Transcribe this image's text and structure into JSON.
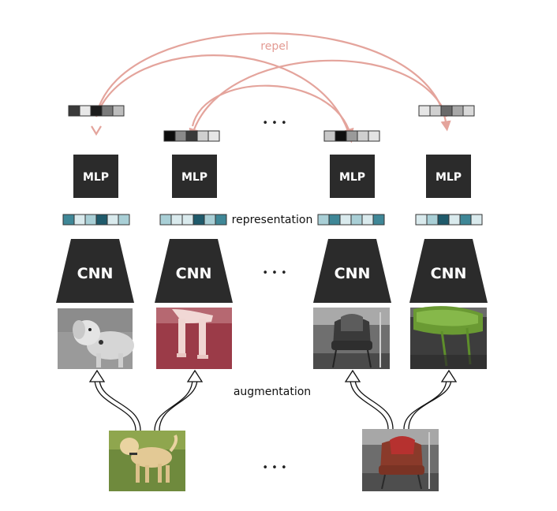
{
  "labels": {
    "repel": "repel",
    "representation": "representation",
    "augmentation": "augmentation",
    "ellipsis": "• • •"
  },
  "blocks": {
    "mlp": "MLP",
    "cnn": "CNN"
  },
  "colors": {
    "repel_arrow": "#e4a49c",
    "repel_text": "#e39b93",
    "block_fill": "#2b2b2b",
    "block_text": "#ffffff",
    "teal_dark": "#1f5a6b",
    "teal_mid": "#3f8797",
    "teal_light": "#a9cfd6",
    "teal_pale": "#d9eaed"
  },
  "columns": [
    {
      "id": "dog-gray",
      "image": "dog-grayscale-crop",
      "source_image": "dog-original"
    },
    {
      "id": "dog-red",
      "image": "dog-legs-red-tint",
      "source_image": "dog-original"
    },
    {
      "id": "chair-gray",
      "image": "chair-grayscale",
      "source_image": "chair-original"
    },
    {
      "id": "chair-green",
      "image": "chair-green-tint",
      "source_image": "chair-original"
    }
  ],
  "source_images": [
    "dog-original",
    "chair-original"
  ]
}
